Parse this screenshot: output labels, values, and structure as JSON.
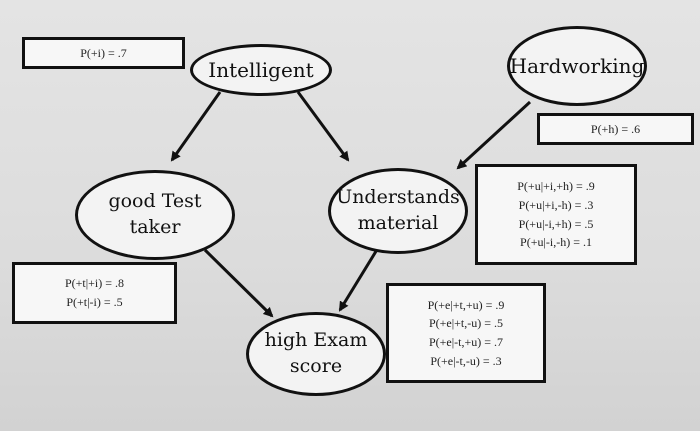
{
  "nodes": {
    "intelligent": {
      "lines": [
        "Intelligent"
      ]
    },
    "hardworking": {
      "lines": [
        "Hardworking"
      ]
    },
    "test_taker": {
      "lines": [
        "good Test",
        "taker"
      ]
    },
    "understands": {
      "lines": [
        "Understands",
        "material"
      ]
    },
    "exam": {
      "lines": [
        "high Exam",
        "score"
      ]
    }
  },
  "tables": {
    "intelligent": [
      "P(+i) = .7"
    ],
    "hardworking": [
      "P(+h) = .6"
    ],
    "understands": [
      "P(+u|+i,+h) = .9",
      "P(+u|+i,-h) = .3",
      "P(+u|-i,+h) = .5",
      "P(+u|-i,-h) = .1"
    ],
    "test_taker": [
      "P(+t|+i) = .8",
      "P(+t|-i) = .5"
    ],
    "exam": [
      "P(+e|+t,+u) = .9",
      "P(+e|+t,-u) = .5",
      "P(+e|-t,+u) = .7",
      "P(+e|-t,-u) = .3"
    ]
  },
  "edges": [
    {
      "from": "Intelligent",
      "to": "good Test taker"
    },
    {
      "from": "Intelligent",
      "to": "Understands material"
    },
    {
      "from": "Hardworking",
      "to": "Understands material"
    },
    {
      "from": "good Test taker",
      "to": "high Exam score"
    },
    {
      "from": "Understands material",
      "to": "high Exam score"
    }
  ]
}
